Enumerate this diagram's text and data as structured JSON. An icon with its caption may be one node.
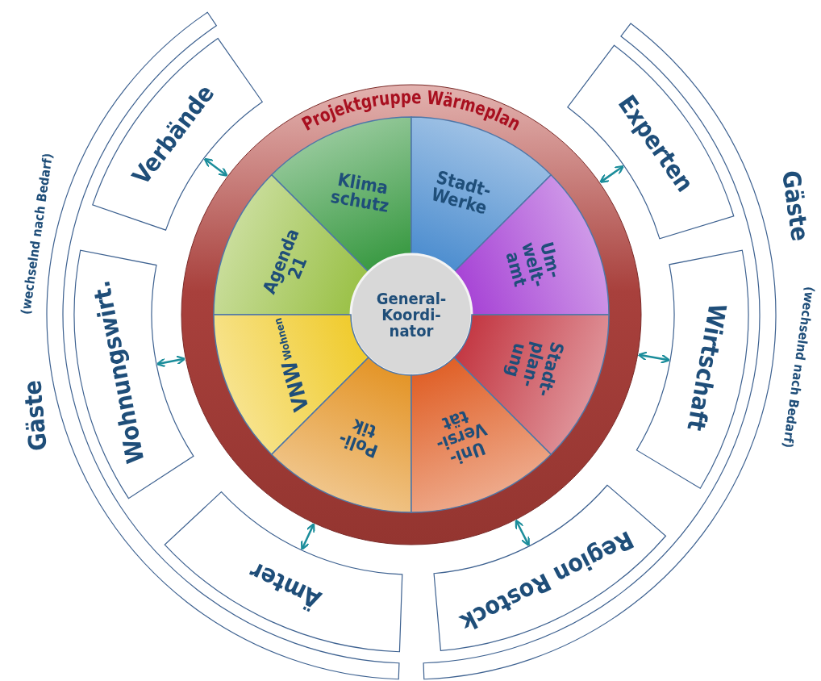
{
  "diagram": {
    "nodes": [
      {
        "text": [
          "Gäste",
          "(wechselnd nach Bedarf)"
        ]
      },
      {
        "text": [
          "Gäste",
          "(wechselnd nach Bedarf)"
        ]
      },
      {
        "text": [
          "Verbände"
        ]
      },
      {
        "text": [
          "Experten"
        ]
      },
      {
        "text": [
          "Wohnungswirt."
        ]
      },
      {
        "text": [
          "Wirtschaft"
        ]
      },
      {
        "text": [
          "Ämter"
        ]
      },
      {
        "text": [
          "Region Rostock"
        ]
      },
      {
        "text": [
          "Projektgruppe Wärmeplan"
        ]
      },
      {
        "text": [
          "Klima schutz"
        ],
        "in": 8
      },
      {
        "text": [
          "Stadt- Werke"
        ],
        "in": 8
      },
      {
        "text": [
          "Agenda 21"
        ],
        "in": 8
      },
      {
        "text": [
          "Um- welt- amt"
        ],
        "in": 8
      },
      {
        "text": [
          "General- Koordi- nator"
        ],
        "in": 8
      },
      {
        "text": [
          "VNW",
          "Wohnen"
        ],
        "in": 8
      },
      {
        "text": [
          "Stadt- plan- ung"
        ],
        "in": 8
      },
      {
        "text": [
          "Poli- tik"
        ],
        "in": 8
      },
      {
        "text": [
          "Uni- Versi- tät"
        ],
        "in": 8
      }
    ],
    "edges": [
      {
        "from": 2,
        "to": 8,
        "arrow": "both"
      },
      {
        "from": 3,
        "to": 8,
        "arrow": "both"
      },
      {
        "from": 4,
        "to": 8,
        "arrow": "both"
      },
      {
        "from": 5,
        "to": 8,
        "arrow": "both"
      },
      {
        "from": 6,
        "to": 8,
        "arrow": "both"
      },
      {
        "from": 7,
        "to": 8,
        "arrow": "both"
      }
    ]
  }
}
